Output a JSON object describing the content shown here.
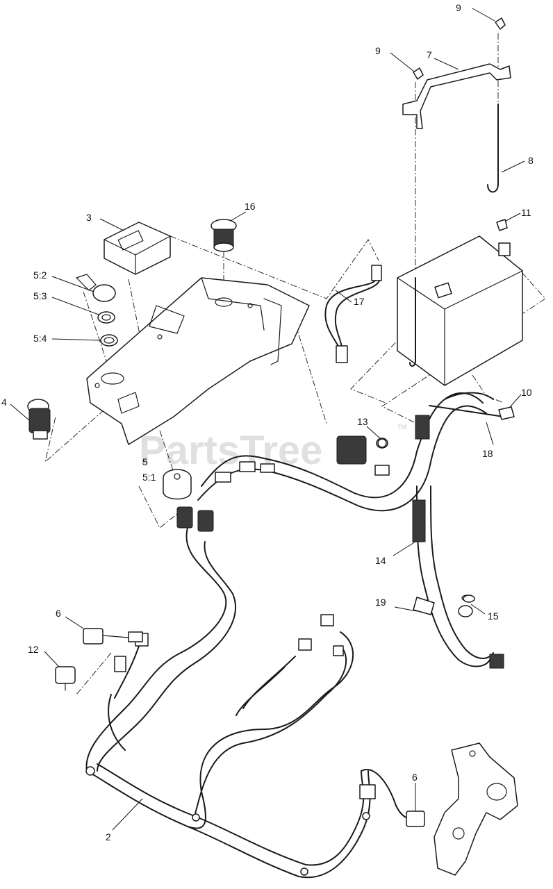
{
  "watermark": {
    "text": "PartsTree",
    "tm": "TM"
  },
  "callouts": [
    {
      "id": "c9a",
      "text": "9"
    },
    {
      "id": "c9b",
      "text": "9"
    },
    {
      "id": "c7",
      "text": "7"
    },
    {
      "id": "c8",
      "text": "8"
    },
    {
      "id": "c16",
      "text": "16"
    },
    {
      "id": "c3",
      "text": "3"
    },
    {
      "id": "c11",
      "text": "11"
    },
    {
      "id": "c52",
      "text": "5:2"
    },
    {
      "id": "c53",
      "text": "5:3"
    },
    {
      "id": "c54",
      "text": "5:4"
    },
    {
      "id": "c17",
      "text": "17"
    },
    {
      "id": "c4",
      "text": "4"
    },
    {
      "id": "c10",
      "text": "10"
    },
    {
      "id": "c13",
      "text": "13"
    },
    {
      "id": "c18",
      "text": "18"
    },
    {
      "id": "c5",
      "text": "5"
    },
    {
      "id": "c51",
      "text": "5:1"
    },
    {
      "id": "c14",
      "text": "14"
    },
    {
      "id": "c6a",
      "text": "6"
    },
    {
      "id": "c19",
      "text": "19"
    },
    {
      "id": "c15",
      "text": "15"
    },
    {
      "id": "c12",
      "text": "12"
    },
    {
      "id": "c6b",
      "text": "6"
    },
    {
      "id": "c2",
      "text": "2"
    }
  ]
}
